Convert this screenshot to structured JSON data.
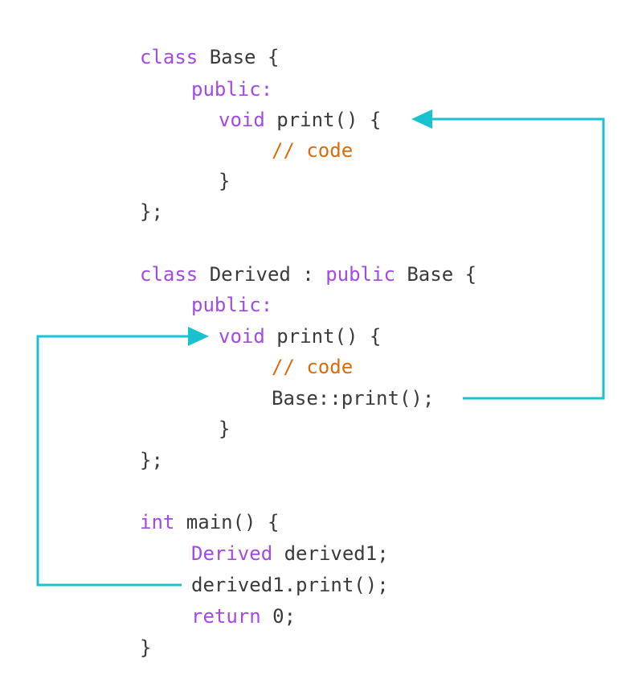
{
  "colors": {
    "keyword": "#a349e6",
    "default": "#3a3a3a",
    "comment": "#d96c0b",
    "arrow": "#19c1d1"
  },
  "code_lines": [
    [
      {
        "t": "class",
        "c": "keyword"
      },
      {
        "t": " Base {",
        "c": "default"
      }
    ],
    [
      {
        "t": "public:",
        "c": "keyword"
      }
    ],
    [
      {
        "t": "void",
        "c": "keyword"
      },
      {
        "t": " print() {",
        "c": "default"
      }
    ],
    [
      {
        "t": "// code",
        "c": "comment"
      }
    ],
    [
      {
        "t": "}",
        "c": "default"
      }
    ],
    [
      {
        "t": "};",
        "c": "default"
      }
    ],
    [],
    [
      {
        "t": "class",
        "c": "keyword"
      },
      {
        "t": " Derived : ",
        "c": "default"
      },
      {
        "t": "public",
        "c": "keyword"
      },
      {
        "t": " Base {",
        "c": "default"
      }
    ],
    [
      {
        "t": "public:",
        "c": "keyword"
      }
    ],
    [
      {
        "t": "void",
        "c": "keyword"
      },
      {
        "t": " print() {",
        "c": "default"
      }
    ],
    [
      {
        "t": "// code",
        "c": "comment"
      }
    ],
    [
      {
        "t": "Base::print();",
        "c": "default"
      }
    ],
    [
      {
        "t": "}",
        "c": "default"
      }
    ],
    [
      {
        "t": "};",
        "c": "default"
      }
    ],
    [],
    [
      {
        "t": "int",
        "c": "keyword"
      },
      {
        "t": " main() {",
        "c": "default"
      }
    ],
    [
      {
        "t": "Derived",
        "c": "keyword"
      },
      {
        "t": " derived1;",
        "c": "default"
      }
    ],
    [
      {
        "t": "derived1.print();",
        "c": "default"
      }
    ],
    [
      {
        "t": "return",
        "c": "keyword"
      },
      {
        "t": " 0;",
        "c": "default"
      }
    ],
    [
      {
        "t": "}",
        "c": "default"
      }
    ]
  ]
}
